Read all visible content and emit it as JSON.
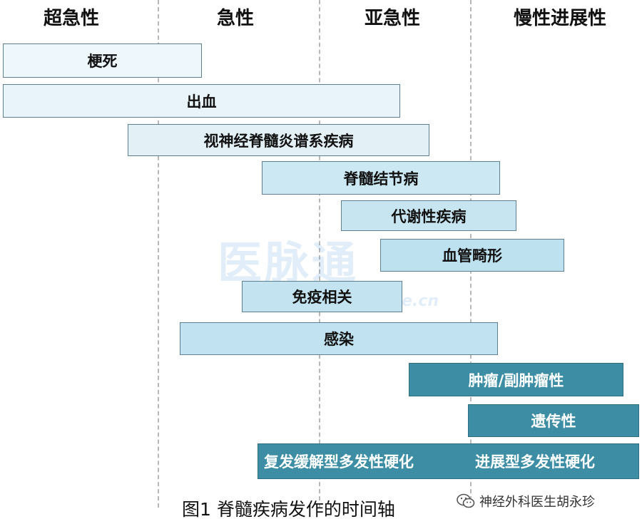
{
  "phases": [
    "超急性",
    "急性",
    "亚急性",
    "慢性进展性"
  ],
  "bars": {
    "infarct": "梗死",
    "hemorrhage": "出血",
    "nmosd": "视神经脊髓炎谱系疾病",
    "sarcoidosis": "脊髓结节病",
    "metabolic": "代谢性疾病",
    "vascular_malformation": "血管畸形",
    "immune_related": "免疫相关",
    "infection": "感染",
    "tumor": "肿瘤/副肿瘤性",
    "genetic": "遗传性",
    "ms_relapsing": "复发缓解型多发性硬化",
    "ms_progressive": "进展型多发性硬化"
  },
  "watermark": {
    "logo": "医脉通",
    "url": "medlive.cn"
  },
  "caption": "图1  脊髓疾病发作的时间轴",
  "wechat": {
    "account": "神经外科医生胡永珍"
  },
  "colors": {
    "light_bar": "#c9e6f2",
    "dark_bar": "#3d8ea5",
    "border": "#5e7f92"
  }
}
